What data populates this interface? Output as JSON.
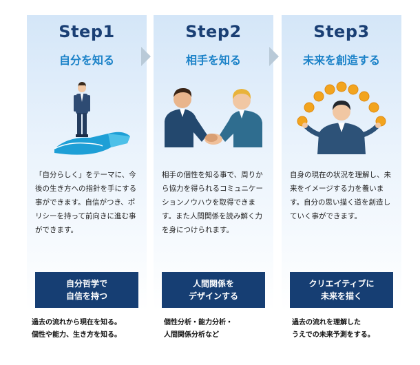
{
  "steps": [
    {
      "title": "Step1",
      "subtitle": "自分を知る",
      "desc": "「自分らしく」をテーマに、今後の生き方への指針を手にする事ができます。自信がつき、ポリシーを持って前向きに進む事ができます。",
      "box": [
        "自分哲学で",
        "自信を持つ"
      ],
      "footer": [
        "過去の流れから現在を知る。",
        "個性や能力、生き方を知る。"
      ]
    },
    {
      "title": "Step2",
      "subtitle": "相手を知る",
      "desc": "相手の個性を知る事で、周りから協力を得られるコミュニケーションノウハウを取得できます。また人間関係を読み解く力を身につけられます。",
      "box": [
        "人間関係を",
        "デザインする"
      ],
      "footer": [
        "個性分析・能力分析・",
        "人間関係分析など"
      ]
    },
    {
      "title": "Step3",
      "subtitle": "未来を創造する",
      "desc": "自身の現在の状況を理解し、未来をイメージする力を養います。自分の思い描く道を創造していく事ができます。",
      "box": [
        "クリエイティブに",
        "未来を描く"
      ],
      "footer": [
        "過去の流れを理解した",
        "うえでの未来予測をする。"
      ]
    }
  ],
  "colors": {
    "title": "#1a3f74",
    "subtitle": "#1b82c8",
    "box": "#163e73",
    "arrow": "#b9cad8"
  },
  "icons": [
    "person-on-hand-icon",
    "handshake-icon",
    "juggling-coins-icon",
    "chevron-right-icon"
  ]
}
